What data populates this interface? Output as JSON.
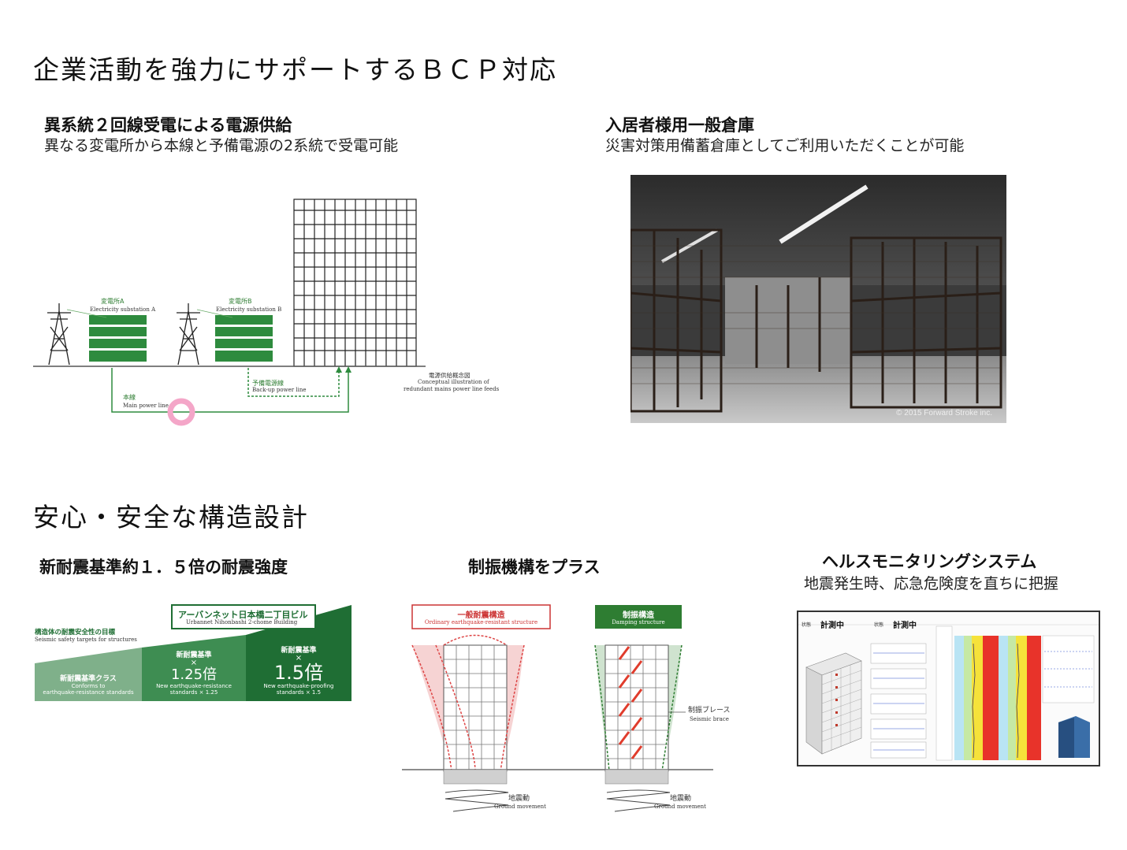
{
  "section1": {
    "title": "企業活動を強力にサポートするＢＣＰ対応",
    "power": {
      "title": "異系統２回線受電による電源供給",
      "subtitle": "異なる変電所から本線と予備電源の2系統で受電可能",
      "diagram": {
        "substation_a": "変電所A",
        "substation_a_en": "Electricity substation A",
        "substation_b": "変電所B",
        "substation_b_en": "Electricity substation B",
        "backup": "予備電源線",
        "backup_en": "Back-up power line",
        "main": "本線",
        "main_en": "Main power line",
        "caption": "電源供給概念図",
        "caption_en1": "Conceptual illustration of",
        "caption_en2": "redundant mains power line feeds"
      }
    },
    "storage": {
      "title": "入居者様用一般倉庫",
      "subtitle": "災害対策用備蓄倉庫としてご利用いただくことが可能",
      "credit": "© 2015 Forward Stroke inc."
    }
  },
  "section2": {
    "title": "安心・安全な構造設計",
    "seismic": {
      "title": "新耐震基準約１．５倍の耐震強度",
      "chart": {
        "building_name": "アーバンネット日本橋二丁目ビル",
        "building_name_en": "Urbannet Nihonbashi 2-chome Building",
        "target": "構造体の耐震安全性の目標",
        "target_en": "Seismic safety targets for structures",
        "levels": [
          {
            "label": "新耐震基準クラス",
            "multiplier": "",
            "en1": "Conforms to",
            "en2": "earthquake-resistance standards"
          },
          {
            "label": "新耐震基準",
            "multiplier": "1.25倍",
            "en1": "New earthquake-resistance",
            "en2": "standards × 1.25"
          },
          {
            "label": "新耐震基準",
            "multiplier": "1.5倍",
            "en1": "New earthquake-proofing",
            "en2": "standards × 1.5"
          }
        ],
        "times_sign": "×"
      }
    },
    "damping": {
      "title": "制振機構をプラス",
      "ordinary": "一般耐震構造",
      "ordinary_en": "Ordinary earthquake-resistant structure",
      "damping_label": "制振構造",
      "damping_en": "Damping structure",
      "brace": "制振ブレース",
      "brace_en": "Seismic brace",
      "ground": "地震動",
      "ground_en": "Ground movement"
    },
    "health": {
      "title": "ヘルスモニタリングシステム",
      "subtitle": "地震発生時、応急危険度を直ちに把握",
      "status_label_1": "状態",
      "status_1": "計測中",
      "status_label_2": "状態",
      "status_2": "計測中"
    }
  }
}
